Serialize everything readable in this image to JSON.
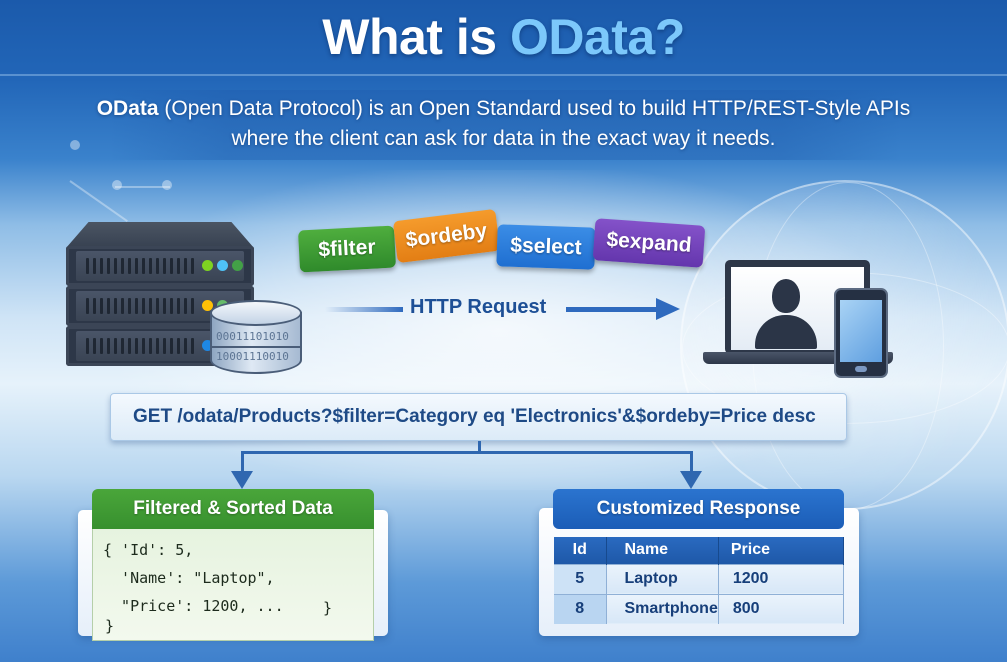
{
  "title": {
    "prefix": "What is ",
    "highlight": "OData?",
    "accent_color": "#7cc8fb"
  },
  "subtitle": {
    "bold": "OData",
    "line1_rest": " (Open Data Protocol) is an Open Standard used to build HTTP/REST-Style APIs",
    "line2": "where the client can ask for data in the exact way it needs."
  },
  "server": {
    "icon": "server-rack-icon",
    "leds": [
      [
        "#7ed321",
        "#4fc3f7",
        "#43a047"
      ],
      [
        "#ffc107",
        "#66bb6a",
        "#43a047"
      ],
      [
        "#1e88e5"
      ]
    ]
  },
  "database": {
    "icon": "database-icon",
    "bits": [
      "00011101010",
      "10001110010"
    ]
  },
  "query_options": [
    {
      "label": "$filter",
      "color": "#3f9e34"
    },
    {
      "label": "$ordeby",
      "color": "#ef8c20"
    },
    {
      "label": "$select",
      "color": "#2d7edc"
    },
    {
      "label": "$expand",
      "color": "#7444bb"
    }
  ],
  "http_request": {
    "label": "HTTP Request"
  },
  "client": {
    "laptop_icon": "laptop-user-icon",
    "phone_icon": "smartphone-icon"
  },
  "request_url": "GET /odata/Products?$filter=Category eq 'Electronics'&$ordeby=Price desc",
  "filtered_card": {
    "header": "Filtered & Sorted Data",
    "header_color": "#3f9b33",
    "code_lines": [
      "{ 'Id': 5,",
      "  'Name': \"Laptop\",",
      "  \"Price': 1200, ...",
      "}"
    ],
    "closing_brace": "}"
  },
  "response_card": {
    "header": "Customized Response",
    "header_color": "#2366c3",
    "columns": [
      "Id",
      "Name",
      "Price"
    ],
    "rows": [
      [
        "5",
        "Laptop",
        "1200"
      ],
      [
        "8",
        "Smartphone",
        "800"
      ]
    ]
  }
}
